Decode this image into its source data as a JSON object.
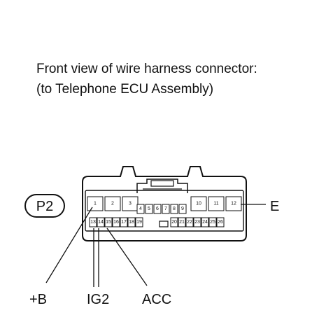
{
  "caption": {
    "line1": "Front view of wire harness connector:",
    "line2": "(to Telephone ECU Assembly)"
  },
  "connector_code": "P2",
  "pins": {
    "top_left": [
      "1",
      "2",
      "3"
    ],
    "center_mid": [
      "4",
      "5",
      "6",
      "7",
      "8",
      "9"
    ],
    "top_right": [
      "10",
      "11",
      "12"
    ],
    "bottom_left": [
      "13",
      "14",
      "15",
      "16",
      "17",
      "18",
      "19"
    ],
    "bottom_right": [
      "20",
      "21",
      "22",
      "23",
      "24",
      "25",
      "26"
    ]
  },
  "terminal_labels": {
    "b_plus": "+B",
    "ig2": "IG2",
    "acc": "ACC",
    "ground": "E"
  }
}
